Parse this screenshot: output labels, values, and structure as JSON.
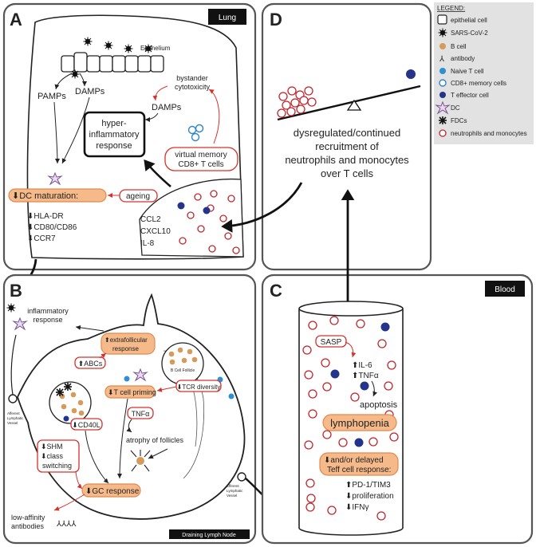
{
  "panels": {
    "A": {
      "letter": "A",
      "header": "Lung",
      "epithelium": "Epithelium",
      "pamps": "PAMPs",
      "damps1": "DAMPs",
      "bystander_1": "bystander",
      "bystander_2": "cytotoxicity",
      "damps2": "DAMPs",
      "hyper_1": "hyper-",
      "hyper_2": "inflammatory",
      "hyper_3": "response",
      "virtual_1": "virtual memory",
      "virtual_2": "CD8+ T cells",
      "dc_maturation": "DC maturation:",
      "ageing": "ageing",
      "markers": [
        "HLA-DR",
        "CD80/CD86",
        "CCR7"
      ],
      "chemokines": [
        "CCL2",
        "CXCL10",
        "IL-8"
      ]
    },
    "B": {
      "letter": "B",
      "inflammatory_1": "inflammatory",
      "inflammatory_2": "response",
      "extrafollicular_1": "extrafollicular",
      "extrafollicular_2": "response",
      "abcs": "ABCs",
      "b_cell_follicle": "B Cell Follicle",
      "t_cell_priming": "T cell priming",
      "tcr_diversity": "TCR diversity",
      "cd40l": "CD40L",
      "tnfa": "TNFα",
      "atrophy": "atrophy of follicles",
      "shm": "SHM",
      "class_1": "class",
      "class_2": "switching",
      "gc_response": "GC response",
      "low_affinity_1": "low-affinity",
      "low_affinity_2": "antibodies",
      "afferent_1": "Afferent",
      "afferent_2": "Lymphatic",
      "afferent_3": "Vessel",
      "efferent_1": "Efferent",
      "efferent_2": "Lymphatic",
      "efferent_3": "Vessel",
      "footer": "Draining Lymph Node"
    },
    "C": {
      "letter": "C",
      "header": "Blood",
      "sasp": "SASP",
      "il6": "IL-6",
      "tnfa": "TNFα",
      "apoptosis": "apoptosis",
      "lymphopenia": "lymphopenia",
      "teff_1": "and/or delayed",
      "teff_2": "Teff cell response:",
      "pd1": "PD-1/TIM3",
      "proliferation": "proliferation",
      "ifng": "IFNγ"
    },
    "D": {
      "letter": "D",
      "text_lines": [
        "dysregulated/continued",
        "recruitment of",
        "neutrophils and monocytes",
        "over T cells"
      ]
    }
  },
  "legend": {
    "title": "LEGEND:",
    "items": [
      {
        "label": "epithelial cell",
        "icon": "epithelial-cell-icon"
      },
      {
        "label": "SARS-CoV-2",
        "icon": "virus-icon"
      },
      {
        "label": "B cell",
        "icon": "b-cell-icon"
      },
      {
        "label": "antibody",
        "icon": "antibody-icon"
      },
      {
        "label": "Naive T cell",
        "icon": "naive-t-cell-icon"
      },
      {
        "label": "CD8+ memory cells",
        "icon": "cd8-memory-cell-icon"
      },
      {
        "label": "T effector cell",
        "icon": "t-effector-cell-icon"
      },
      {
        "label": "DC",
        "icon": "dc-icon"
      },
      {
        "label": "FDCs",
        "icon": "fdc-icon"
      },
      {
        "label": "neutrophils and monocytes",
        "icon": "neutrophil-monocyte-icon"
      }
    ]
  },
  "colors": {
    "orange_fill": "#f5b98a",
    "red_outline": "#d6312b",
    "t_effector": "#23348a",
    "naive_t": "#2e8fd3",
    "b_cell": "#d69a5a",
    "legend_bg": "#e2e2e2"
  }
}
